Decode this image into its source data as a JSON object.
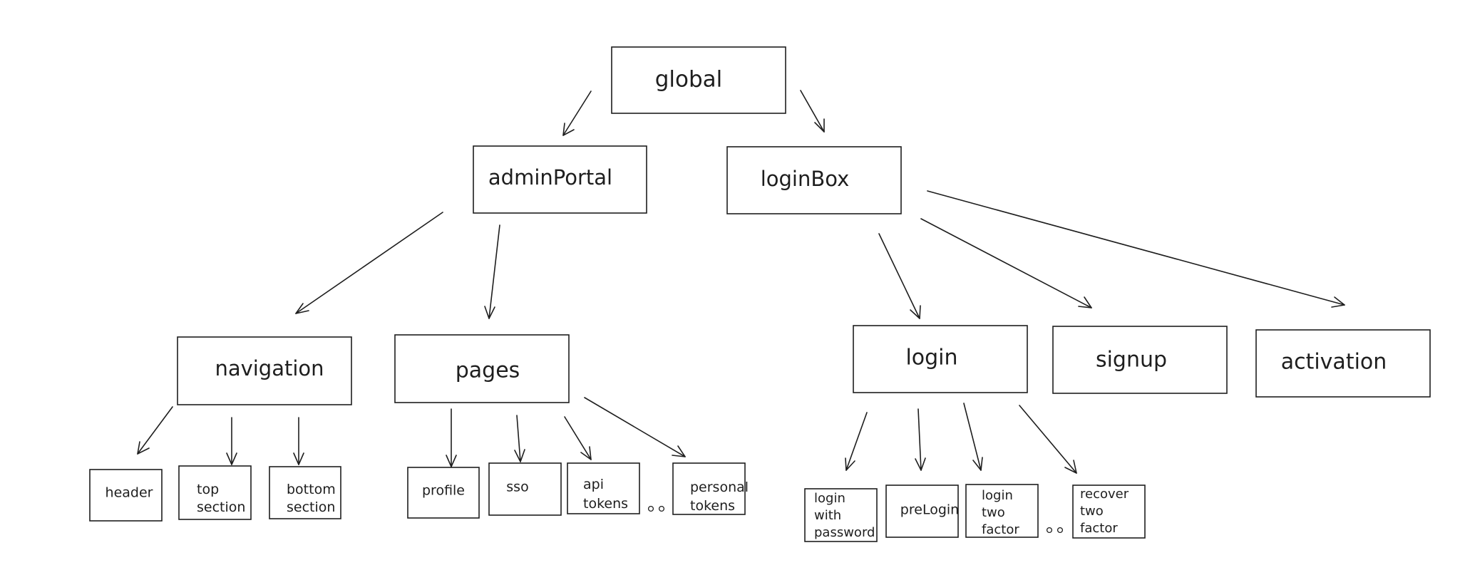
{
  "diagram": {
    "nodes": {
      "global": "global",
      "adminPortal": "adminPortal",
      "loginBox": "loginBox",
      "navigation": "navigation",
      "pages": "pages",
      "login": "login",
      "signup": "signup",
      "activation": "activation",
      "header": "header",
      "top_section": [
        "top",
        "section"
      ],
      "bottom_section": [
        "bottom",
        "section"
      ],
      "profile": "profile",
      "sso": "sso",
      "api_tokens": [
        "api",
        "tokens"
      ],
      "personal_tokens": [
        "personal",
        "tokens"
      ],
      "login_with_password": [
        "login",
        "with",
        "password"
      ],
      "prelogin": "preLogin",
      "login_two_factor": [
        "login",
        "two",
        "factor"
      ],
      "recover_two_factor": [
        "recover",
        "two",
        "factor"
      ]
    },
    "edges": [
      [
        "global",
        "adminPortal"
      ],
      [
        "global",
        "loginBox"
      ],
      [
        "adminPortal",
        "navigation"
      ],
      [
        "adminPortal",
        "pages"
      ],
      [
        "loginBox",
        "login"
      ],
      [
        "loginBox",
        "signup"
      ],
      [
        "loginBox",
        "activation"
      ],
      [
        "navigation",
        "header"
      ],
      [
        "navigation",
        "top_section"
      ],
      [
        "navigation",
        "bottom_section"
      ],
      [
        "pages",
        "profile"
      ],
      [
        "pages",
        "sso"
      ],
      [
        "pages",
        "api_tokens"
      ],
      [
        "pages",
        "personal_tokens"
      ],
      [
        "login",
        "login_with_password"
      ],
      [
        "login",
        "prelogin"
      ],
      [
        "login",
        "login_two_factor"
      ],
      [
        "login",
        "recover_two_factor"
      ]
    ]
  }
}
